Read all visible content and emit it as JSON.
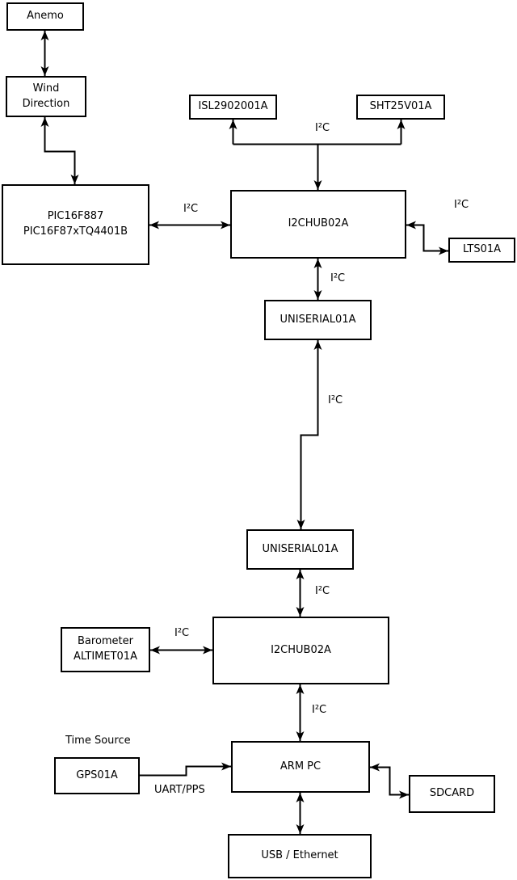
{
  "diagram": {
    "nodes": {
      "anemo": {
        "label": "Anemo"
      },
      "wind_direction": {
        "label": "Wind\nDirection"
      },
      "pic": {
        "label": "PIC16F887\nPIC16F87xTQ4401B"
      },
      "isl": {
        "label": "ISL2902001A"
      },
      "sht": {
        "label": "SHT25V01A"
      },
      "i2chub_top": {
        "label": "I2CHUB02A"
      },
      "lts": {
        "label": "LTS01A"
      },
      "uniserial_top": {
        "label": "UNISERIAL01A"
      },
      "uniserial_bottom": {
        "label": "UNISERIAL01A"
      },
      "barometer": {
        "label": "Barometer\nALTIMET01A"
      },
      "i2chub_bottom": {
        "label": "I2CHUB02A"
      },
      "gps": {
        "label": "GPS01A"
      },
      "arm_pc": {
        "label": "ARM PC"
      },
      "sdcard": {
        "label": "SDCARD"
      },
      "usb_ethernet": {
        "label": "USB / Ethernet"
      }
    },
    "labels": {
      "i2c": "I²C",
      "uart_pps": "UART/PPS",
      "time_source": "Time Source"
    },
    "edges": [
      {
        "from": "Anemo",
        "to": "Wind Direction",
        "style": "bidirectional",
        "label": ""
      },
      {
        "from": "Wind Direction",
        "to": "PIC16F887 PIC16F87xTQ4401B",
        "style": "bidirectional",
        "label": ""
      },
      {
        "from": "PIC16F887 PIC16F87xTQ4401B",
        "to": "I2CHUB02A (upper)",
        "style": "bidirectional",
        "label": "I²C"
      },
      {
        "from": "I2CHUB02A (upper)",
        "to": "ISL2902001A",
        "style": "arrow-to",
        "label": "I²C"
      },
      {
        "from": "I2CHUB02A (upper)",
        "to": "SHT25V01A",
        "style": "arrow-to",
        "label": "I²C"
      },
      {
        "from": "I2CHUB02A (upper)",
        "to": "LTS01A",
        "style": "bidirectional",
        "label": "I²C"
      },
      {
        "from": "I2CHUB02A (upper)",
        "to": "UNISERIAL01A (upper)",
        "style": "bidirectional",
        "label": "I²C"
      },
      {
        "from": "UNISERIAL01A (upper)",
        "to": "UNISERIAL01A (lower)",
        "style": "bidirectional",
        "label": "I²C"
      },
      {
        "from": "UNISERIAL01A (lower)",
        "to": "I2CHUB02A (lower)",
        "style": "bidirectional",
        "label": "I²C"
      },
      {
        "from": "Barometer ALTIMET01A",
        "to": "I2CHUB02A (lower)",
        "style": "bidirectional",
        "label": "I²C"
      },
      {
        "from": "I2CHUB02A (lower)",
        "to": "ARM PC",
        "style": "bidirectional",
        "label": "I²C"
      },
      {
        "from": "GPS01A",
        "to": "ARM PC",
        "style": "arrow-to",
        "label": "UART/PPS"
      },
      {
        "from": "ARM PC",
        "to": "SDCARD",
        "style": "bidirectional",
        "label": ""
      },
      {
        "from": "ARM PC",
        "to": "USB / Ethernet",
        "style": "bidirectional",
        "label": ""
      }
    ],
    "colors": {
      "background": "#ffffff",
      "line": "#000000",
      "text": "#000000"
    }
  }
}
